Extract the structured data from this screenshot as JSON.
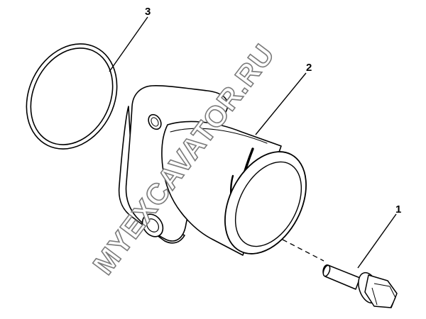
{
  "diagram": {
    "callouts": [
      {
        "id": "callout-1",
        "label": "1"
      },
      {
        "id": "callout-2",
        "label": "2"
      },
      {
        "id": "callout-3",
        "label": "3"
      }
    ],
    "parts": [
      {
        "callout": "1",
        "name": "flange-bolt"
      },
      {
        "callout": "2",
        "name": "thermostat-housing"
      },
      {
        "callout": "3",
        "name": "o-ring-seal"
      }
    ],
    "watermark": "MYEXCAVATOR.RU",
    "colors": {
      "line": "#000000",
      "background": "#ffffff",
      "watermark_outline": "#7a7a7a"
    }
  }
}
